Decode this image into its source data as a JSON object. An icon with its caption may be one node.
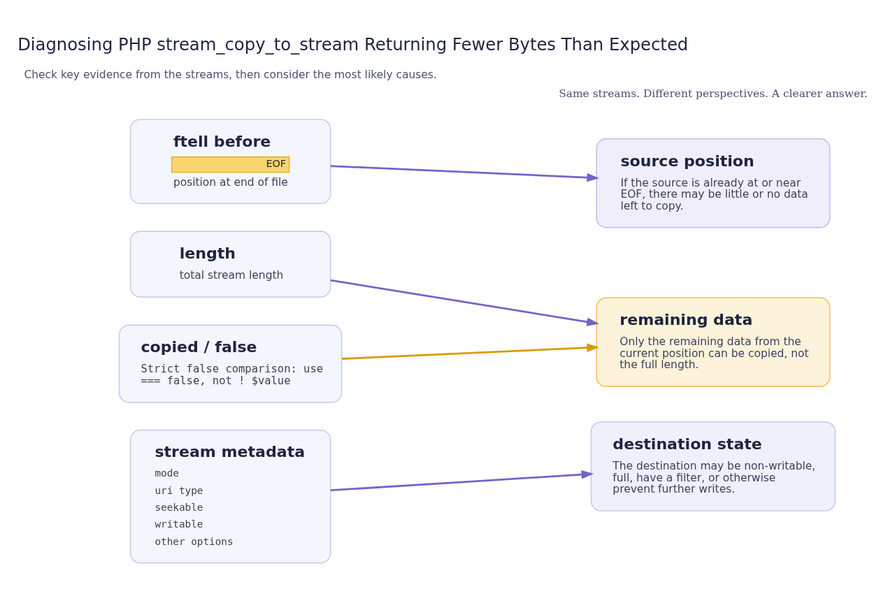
{
  "diagram": {
    "title": "Diagnosing PHP stream_copy_to_stream Returning Fewer Bytes Than Expected",
    "nodes": [
      {
        "text": [
          "ftell before",
          "EOF",
          "position at end of file"
        ]
      },
      {
        "text": [
          "length",
          "total stream length"
        ]
      },
      {
        "text": [
          "copied / false",
          "Strict false comparison: use === false, not ! $value"
        ]
      },
      {
        "text": [
          "stream metadata",
          "mode",
          "uri type",
          "seekable",
          "writable",
          "other options"
        ]
      },
      {
        "text": [
          "source position",
          "If the source is already at or near EOF, there may be little or no data left to copy."
        ]
      },
      {
        "text": [
          "remaining data",
          "Only the remaining data from the current position can be copied, not the full length."
        ]
      },
      {
        "text": [
          "destination state",
          "The destination may be non-writable, full, have a filter, or otherwise prevent further writes."
        ]
      }
    ],
    "edges": [
      {
        "from": 0,
        "to": 4,
        "arrow": "to"
      },
      {
        "from": 1,
        "to": 5,
        "arrow": "to"
      },
      {
        "from": 2,
        "to": 5,
        "arrow": "to",
        "color": "#d99a00"
      },
      {
        "from": 3,
        "to": 6,
        "arrow": "to"
      }
    ],
    "labels": [
      "Check key evidence from the streams, then consider the most likely causes.",
      "Same streams. Different perspectives. A clearer answer."
    ]
  }
}
